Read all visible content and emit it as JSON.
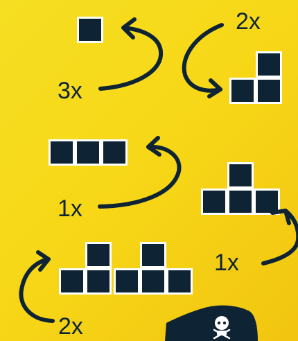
{
  "colors": {
    "background": "#f6d91b",
    "block_fill": "#0e2434",
    "block_border": "#ffffff",
    "arrow": "#0e2434",
    "text": "#0e2434"
  },
  "labels": {
    "top_left_count": "3x",
    "top_right_count": "2x",
    "mid_left_count": "1x",
    "bottom_right_count": "1x",
    "bottom_left_count": "2x"
  }
}
